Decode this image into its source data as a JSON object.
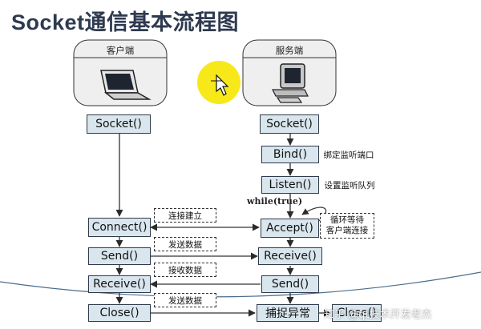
{
  "title": "Socket通信基本流程图",
  "client": {
    "label": "客户端",
    "steps": {
      "socket": "Socket()",
      "connect": "Connect()",
      "send": "Send()",
      "receive": "Receive()",
      "close": "Close()"
    }
  },
  "server": {
    "label": "服务端",
    "steps": {
      "socket": "Socket()",
      "bind": "Bind()",
      "listen": "Listen()",
      "accept": "Accept()",
      "receive": "Receive()",
      "send": "Send()",
      "catch": "捕捉异常",
      "close": "Close()"
    }
  },
  "notes": {
    "bind": "绑定监听端口",
    "listen": "设置监听队列",
    "accept_line1": "循环等待",
    "accept_line2": "客户端连接",
    "while": "while(true)",
    "connect": "连接建立",
    "send": "发送数据",
    "receive": "接收数据",
    "close": "发送数据"
  },
  "watermark": "知乎 @qt技术开发老杰",
  "colors": {
    "box_fill": "#d9e6ee",
    "group_fill": "#efefef",
    "title": "#2e3a50",
    "highlight": "#f7e81a"
  }
}
